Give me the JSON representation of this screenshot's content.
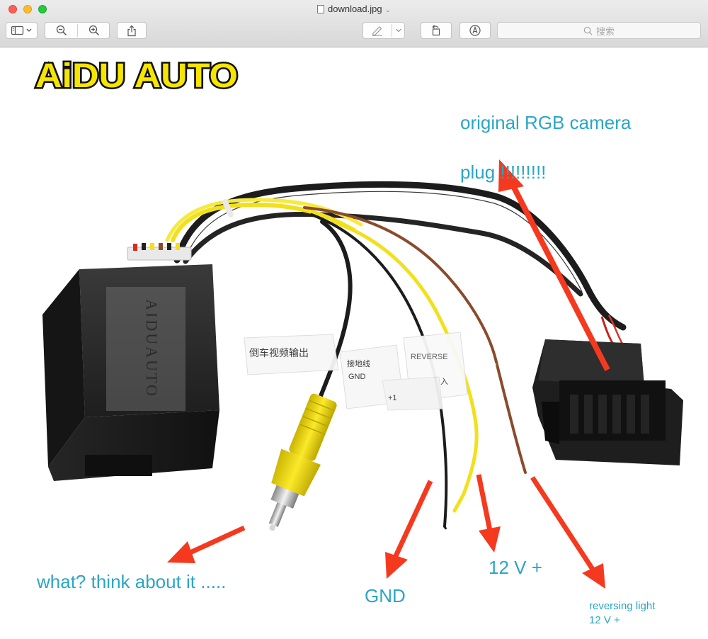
{
  "window": {
    "title": "download.jpg"
  },
  "search": {
    "placeholder": "搜索"
  },
  "photo": {
    "logo_text": "AiDU AUTO",
    "box_text": "AIDUAUTO",
    "tag_text_1": "倒车视频输出",
    "tag_text_2": "接地线",
    "tag_text_3": "GND",
    "tag_text_4": "REVERSE",
    "tag_text_5": "入",
    "tag_text_6": "+1"
  },
  "annotations": {
    "original_camera_1": "original RGB camera",
    "original_camera_2": "plug !!!!!!!!!",
    "what_think": "what? think about it .....",
    "gnd": "GND",
    "twelve_v": "12 V +",
    "reversing_1": "reversing light",
    "reversing_2": "12 V +"
  },
  "colors": {
    "annotation_text": "#2aa6c5",
    "arrow_red": "#f5391f",
    "wire_yellow": "#f2e01c",
    "wire_brown": "#8a4b2c",
    "wire_black": "#1c1c1c",
    "logo_yellow": "#f6e500"
  }
}
